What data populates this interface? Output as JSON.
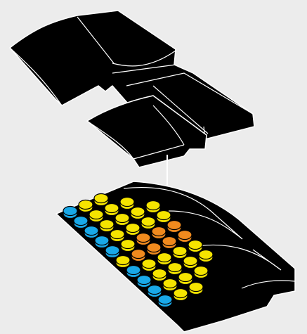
{
  "scene": {
    "description_label": "",
    "colors": {
      "background": "#ececec",
      "brick": "#000000",
      "edge": "#ffffff",
      "stud_yellow": "#f5e400",
      "stud_blue": "#19a8e8",
      "stud_orange": "#f08a1e",
      "guide_line": "#ffffff"
    },
    "pieces": [
      {
        "name": "top-curved-assembly",
        "icon": "curved-slope-brick"
      },
      {
        "name": "middle-curved-slope",
        "icon": "curved-slope-brick"
      },
      {
        "name": "base-plate-with-studs",
        "icon": "plate-brick"
      }
    ],
    "stud_rows": [
      [
        "yellow",
        "yellow",
        "blue"
      ],
      [
        "yellow",
        "yellow",
        "yellow",
        "blue"
      ],
      [
        "yellow",
        "yellow",
        "yellow",
        "yellow",
        "blue"
      ],
      [
        "yellow",
        "yellow",
        "yellow",
        "yellow",
        "blue"
      ],
      [
        "orange",
        "orange",
        "orange",
        "yellow",
        "blue"
      ],
      [
        "orange",
        "orange",
        "orange",
        "orange",
        "yellow"
      ],
      [
        "yellow",
        "yellow",
        "yellow",
        "yellow",
        "blue"
      ],
      [
        "yellow",
        "yellow",
        "yellow",
        "yellow",
        "blue"
      ],
      [
        "yellow",
        "yellow",
        "yellow",
        "blue"
      ],
      [
        "yellow",
        "yellow",
        "blue"
      ]
    ]
  }
}
